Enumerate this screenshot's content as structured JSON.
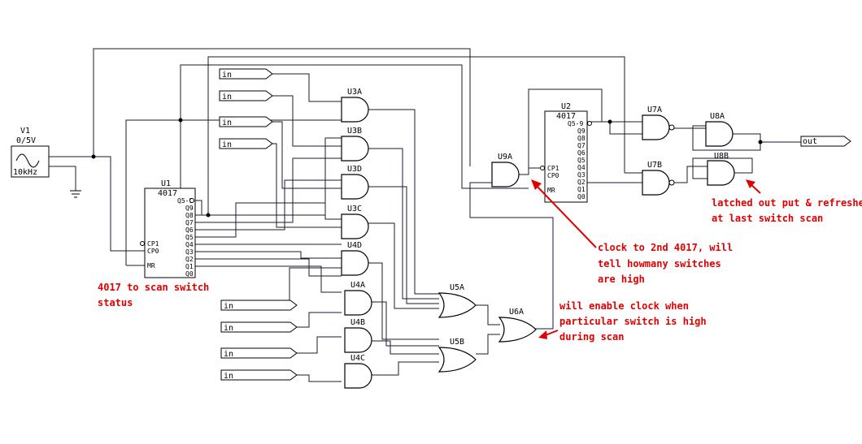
{
  "source": {
    "ref": "V1",
    "spec": "0/5V",
    "freq": "10kHz"
  },
  "counters": {
    "u1": {
      "ref": "U1",
      "part": "4017"
    },
    "u2": {
      "ref": "U2",
      "part": "4017"
    },
    "pins": {
      "q59": "Q5-9",
      "q9": "Q9",
      "q8": "Q8",
      "q7": "Q7",
      "q6": "Q6",
      "q5": "Q5",
      "q4": "Q4",
      "q3": "Q3",
      "q2": "Q2",
      "q1": "Q1",
      "q0": "Q0",
      "cp1": "CP1",
      "cp0": "CP0",
      "mr": "MR"
    }
  },
  "gates": {
    "u3a": "U3A",
    "u3b": "U3B",
    "u3d": "U3D",
    "u3c": "U3C",
    "u4d": "U4D",
    "u4a": "U4A",
    "u4b": "U4B",
    "u4c": "U4C",
    "u5a": "U5A",
    "u5b": "U5B",
    "u6a": "U6A",
    "u9a": "U9A",
    "u7a": "U7A",
    "u7b": "U7B",
    "u8a": "U8A",
    "u8b": "U8B"
  },
  "ports": {
    "in_label": "in",
    "out_label": "out"
  },
  "annotations": {
    "scan_l1": "4017 to scan switch",
    "scan_l2": "status",
    "enable_l1": "will enable clock when",
    "enable_l2": "particular  switch is high",
    "enable_l3": "during scan",
    "clock_l1": "clock to 2nd 4017, will",
    "clock_l2": "tell howmany switches",
    "clock_l3": "are high",
    "latch_l1": "latched out put & refreshes",
    "latch_l2": "at last switch scan"
  },
  "colors": {
    "wire": "#1a1a2e",
    "note": "#e00000"
  }
}
